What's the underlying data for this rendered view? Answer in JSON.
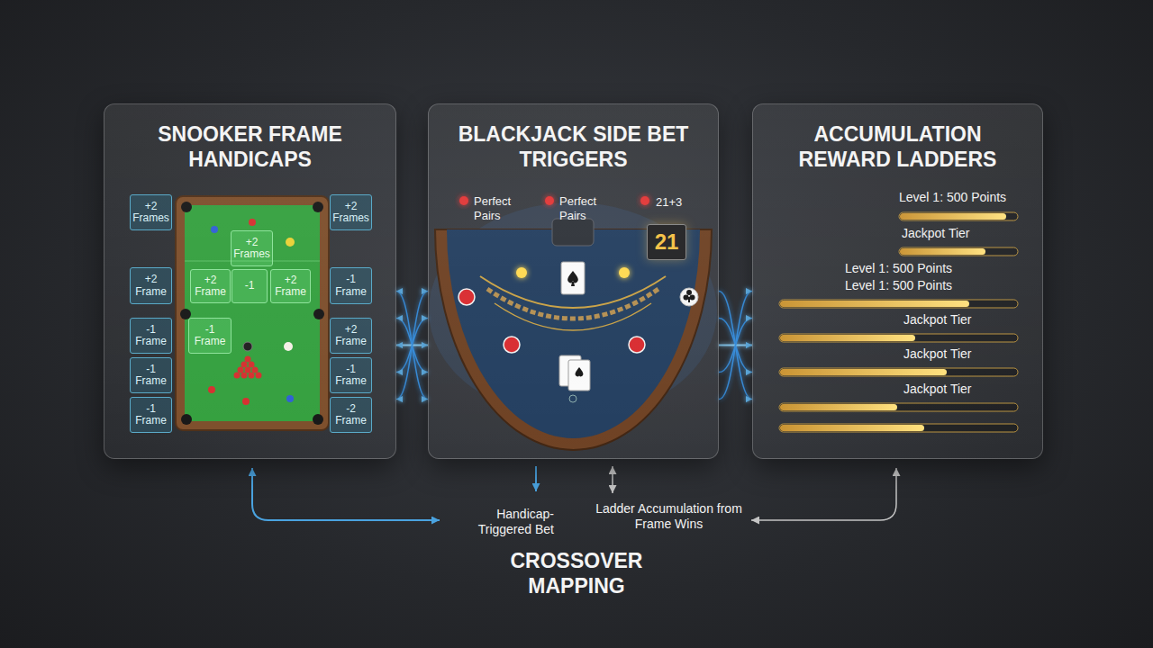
{
  "diagram": {
    "caption": "CROSSOVER MAPPING",
    "nodes": [
      {
        "text": [
          "SNOOKER FRAME HANDICAPS"
        ]
      },
      {
        "text": [
          "+2 Frames"
        ],
        "in": 0
      },
      {
        "text": [
          "+2 Frames"
        ],
        "in": 0
      },
      {
        "text": [
          "+2 Frames"
        ],
        "in": 0
      },
      {
        "text": [
          "+2 Frame"
        ],
        "in": 0
      },
      {
        "text": [
          "+2 Frame"
        ],
        "in": 0
      },
      {
        "text": [
          "-1"
        ],
        "in": 0
      },
      {
        "text": [
          "+2 Frame"
        ],
        "in": 0
      },
      {
        "text": [
          "-1 Frame"
        ],
        "in": 0
      },
      {
        "text": [
          "-1 Frame"
        ],
        "in": 0
      },
      {
        "text": [
          "-1 Frame"
        ],
        "in": 0
      },
      {
        "text": [
          "+2 Frame"
        ],
        "in": 0
      },
      {
        "text": [
          "-1 Frame"
        ],
        "in": 0
      },
      {
        "text": [
          "-1 Frame"
        ],
        "in": 0
      },
      {
        "text": [
          "-1 Frame"
        ],
        "in": 0
      },
      {
        "text": [
          "-2 Frame"
        ],
        "in": 0
      },
      {
        "text": [
          "BLACKJACK SIDE BET TRIGGERS"
        ]
      },
      {
        "text": [
          "21"
        ],
        "in": 16
      },
      {
        "text": [
          "ACCUMULATION REWARD LADDERS"
        ]
      }
    ],
    "edges": [
      {
        "from": 0,
        "to": 16,
        "arrow": "both"
      },
      {
        "from": 16,
        "to": 18,
        "arrow": "to"
      }
    ],
    "labels": [
      "Perfect Pairs",
      "Perfect Pairs",
      "21+3",
      "Level 1: 500 Points",
      "Jackpot Tier",
      "Level 1: 500 Points",
      "Level 1: 500 Points",
      "Jackpot Tier",
      "Jackpot Tier",
      "Jackpot Tier",
      "Handicap- Triggered Bet",
      "Ladder Accumulation from Frame Wins"
    ]
  }
}
